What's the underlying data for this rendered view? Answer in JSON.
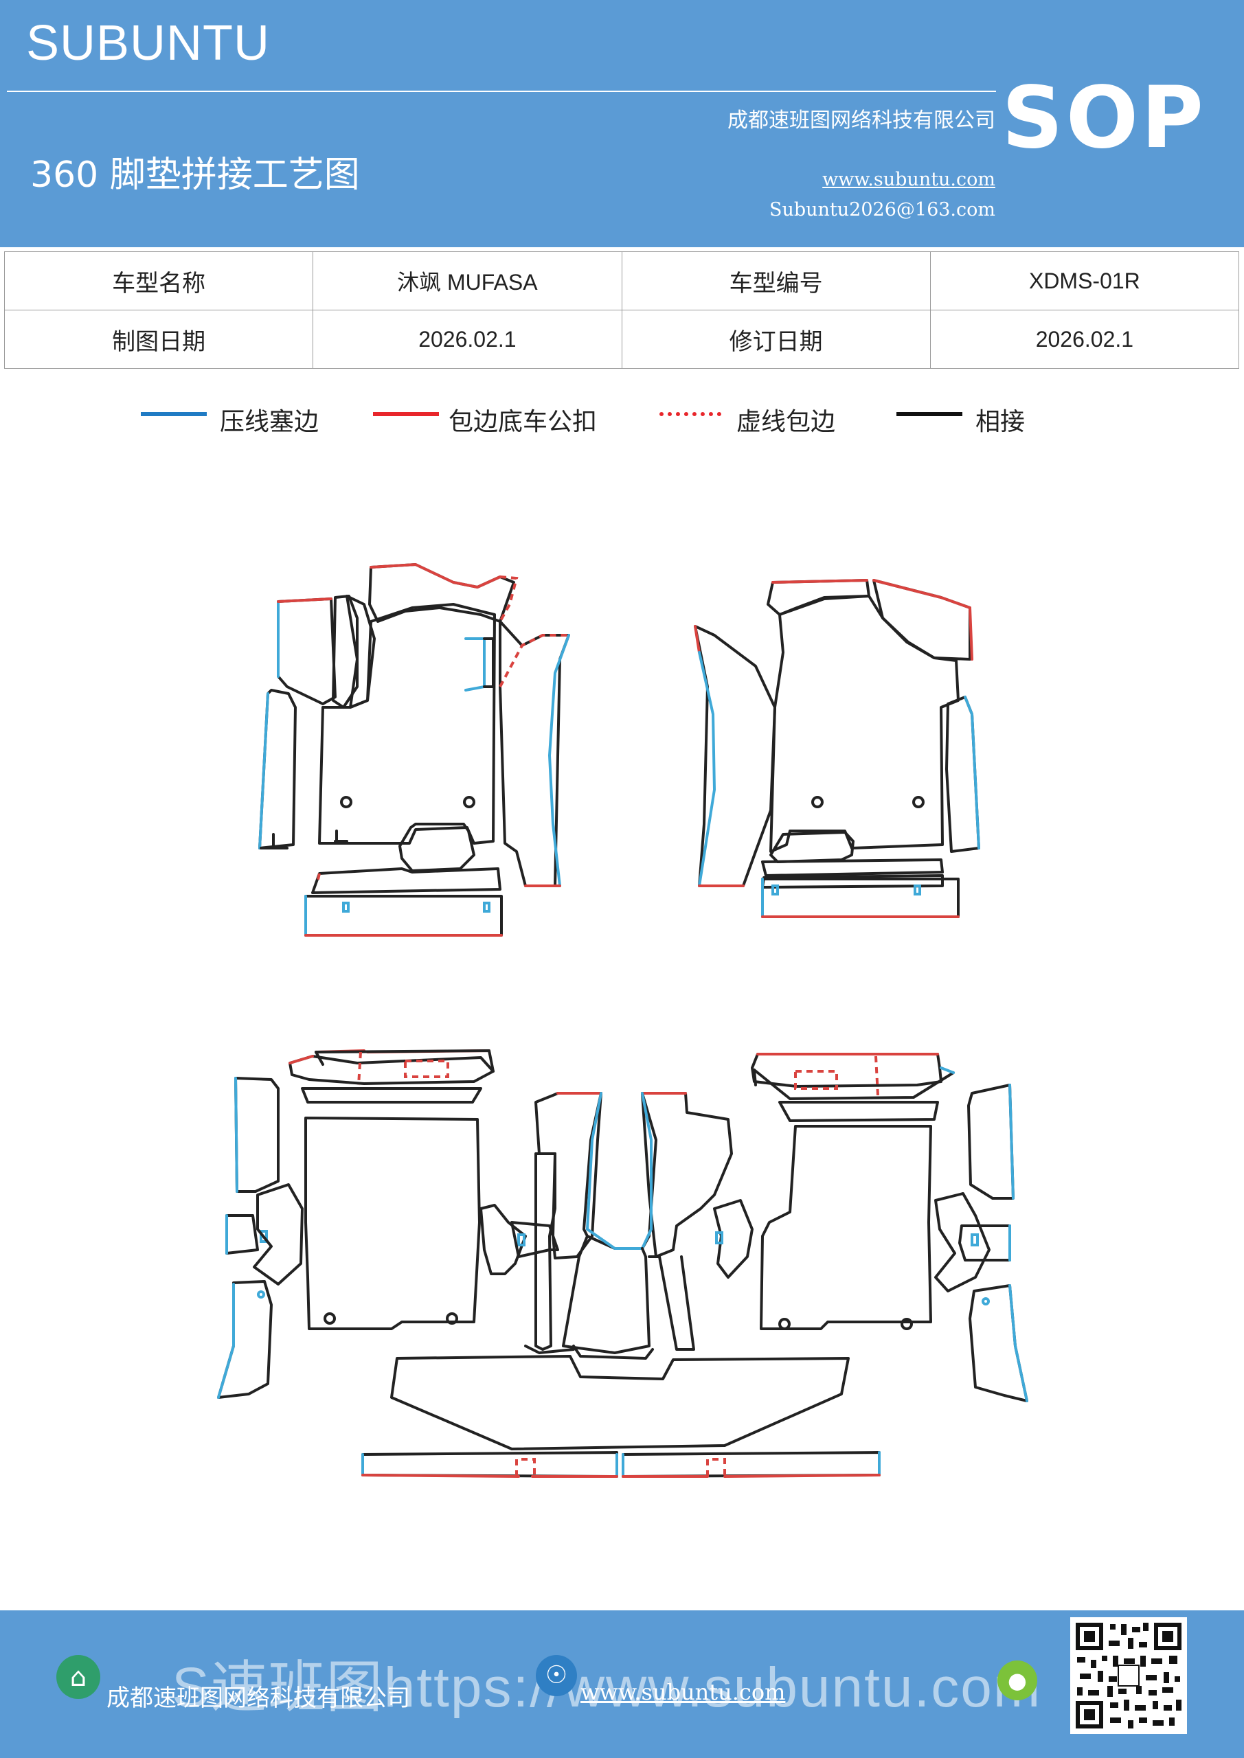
{
  "header": {
    "brand": "SUBUNTU",
    "badge": "SOP",
    "company": "成都速班图网络科技有限公司",
    "title": "360 脚垫拼接工艺图",
    "website": "www.subuntu.com",
    "email": "Subuntu2026@163.com"
  },
  "info": {
    "model_name_label": "车型名称",
    "model_name_value": "沐飒  MUFASA",
    "model_code_label": "车型编号",
    "model_code_value": "XDMS-01R",
    "draw_date_label": "制图日期",
    "draw_date_value": "2026.02.1",
    "revise_date_label": "修订日期",
    "revise_date_value": "2026.02.1"
  },
  "legend": [
    {
      "label": "压线塞边",
      "color": "#1f7bc4",
      "style": "solid"
    },
    {
      "label": "包边底车公扣",
      "color": "#e8262b",
      "style": "solid"
    },
    {
      "label": "虚线包边",
      "color": "#e8262b",
      "style": "dashed"
    },
    {
      "label": "相接",
      "color": "#111111",
      "style": "solid"
    }
  ],
  "colors": {
    "header_bg": "#5b9bd5",
    "press_edge": "#3fa9d8",
    "wrap_edge": "#d9433f",
    "join": "#222222"
  },
  "footer": {
    "company": "成都速班图网络科技有限公司",
    "website": "www.subuntu.com",
    "watermark": "S速班图https://www.subuntu.com",
    "icons": [
      "building-icon",
      "globe-icon",
      "wechat-icon",
      "qr-code"
    ]
  }
}
